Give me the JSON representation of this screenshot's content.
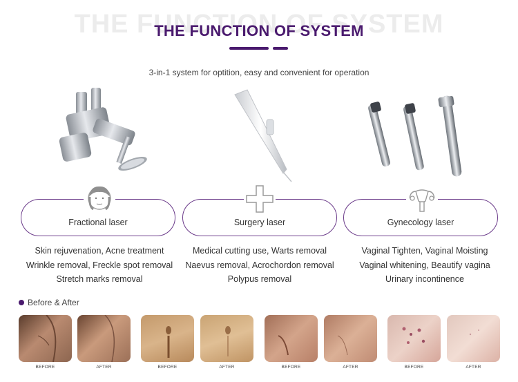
{
  "header": {
    "bg_title": "THE FUNCTION OF SYSTEM",
    "title": "THE FUNCTION OF SYSTEM",
    "subtitle": "3-in-1 system for optition, easy and convenient for operation"
  },
  "systems": [
    {
      "label": "Fractional laser",
      "emblem_icon": "face-icon",
      "features": [
        "Skin rejuvenation, Acne treatment",
        "Wrinkle removal, Freckle spot removal",
        "Stretch marks removal"
      ]
    },
    {
      "label": "Surgery laser",
      "emblem_icon": "cross-icon",
      "features": [
        "Medical cutting use, Warts removal",
        "Naevus removal, Acrochordon removal",
        "Polypus removal"
      ]
    },
    {
      "label": "Gynecology laser",
      "emblem_icon": "uterus-icon",
      "features": [
        "Vaginal Tighten, Vaginal Moisting",
        "Vaginal whitening, Beautify vagina",
        "Urinary incontinence"
      ]
    }
  ],
  "before_after": {
    "title": "Before & After",
    "before_label": "BEFORE",
    "after_label": "AFTER"
  },
  "colors": {
    "accent": "#4a1a6e",
    "card_border": "#6b3b8a"
  }
}
